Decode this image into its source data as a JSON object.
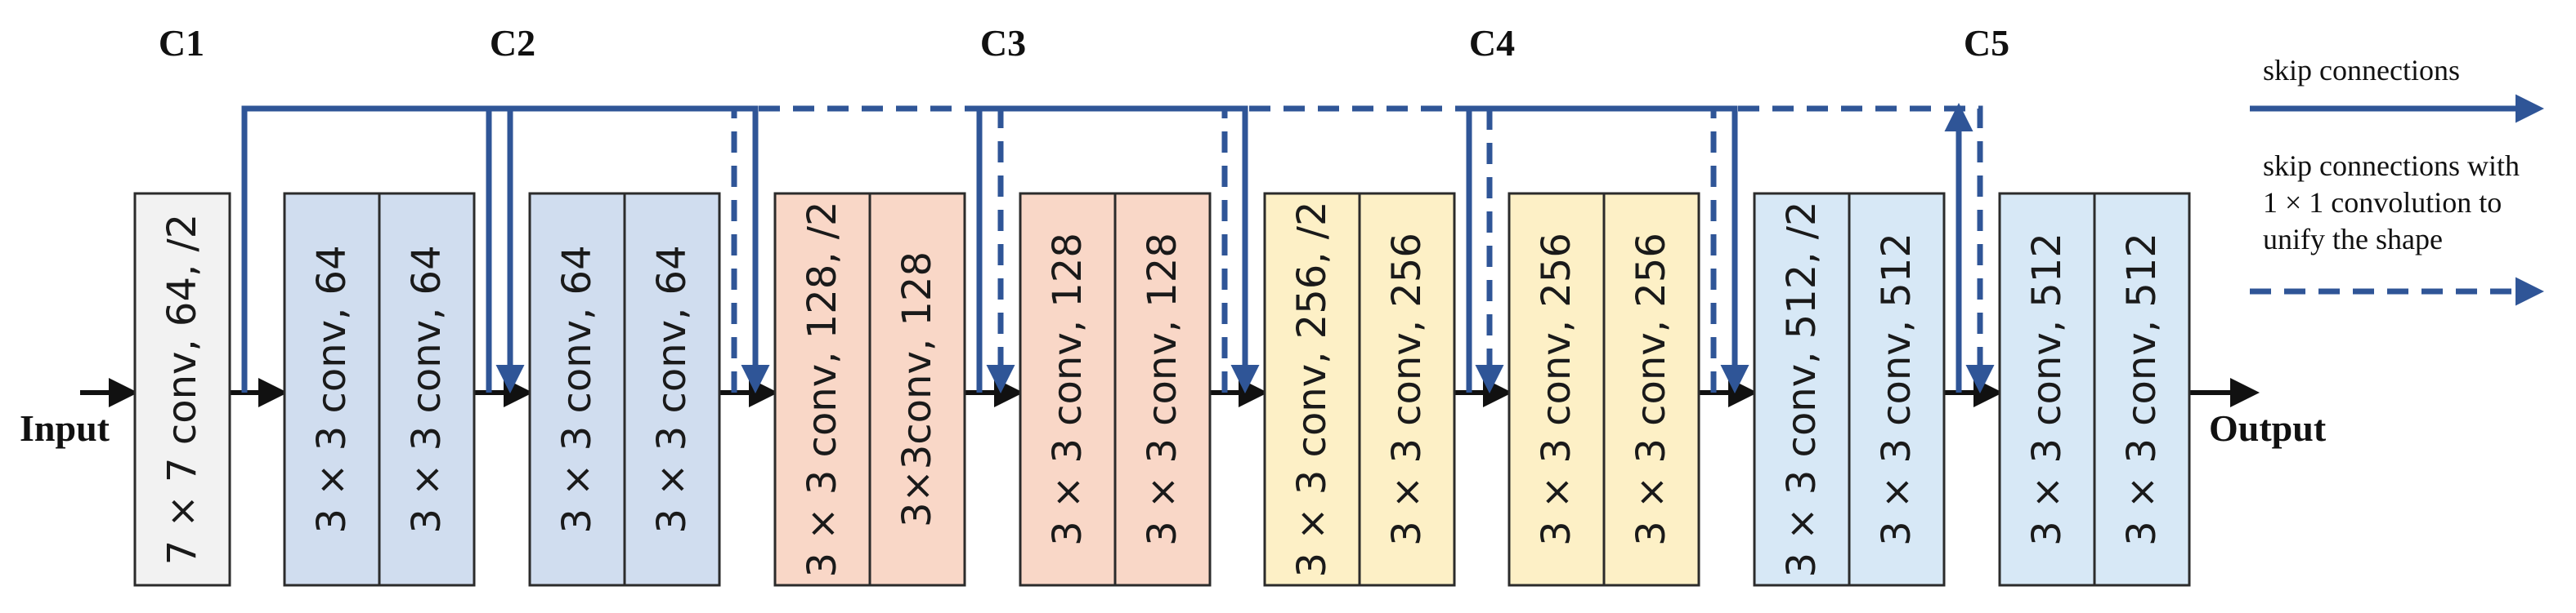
{
  "stages": [
    "C1",
    "C2",
    "C3",
    "C4",
    "C5"
  ],
  "input_label": "Input",
  "output_label": "Output",
  "colors": {
    "gray": "#f2f2f2",
    "blue": "#d0ddef",
    "salmon": "#f9d7c7",
    "yellow": "#fdf0c6",
    "lightblue": "#d7e8f6",
    "skip": "#2f5597"
  },
  "blocks": [
    {
      "color": "gray",
      "layers": [
        "7 × 7 conv, 64, /2"
      ]
    },
    {
      "color": "blue",
      "layers": [
        "3 × 3 conv, 64",
        "3 × 3 conv, 64"
      ]
    },
    {
      "color": "blue",
      "layers": [
        "3 × 3 conv, 64",
        "3 × 3 conv, 64"
      ]
    },
    {
      "color": "salmon",
      "layers": [
        "3 × 3 conv, 128, /2",
        "3×3conv, 128"
      ]
    },
    {
      "color": "salmon",
      "layers": [
        "3 × 3 conv, 128",
        "3 × 3 conv, 128"
      ]
    },
    {
      "color": "yellow",
      "layers": [
        "3 × 3 conv, 256, /2",
        "3 × 3 conv, 256"
      ]
    },
    {
      "color": "yellow",
      "layers": [
        "3 × 3 conv, 256",
        "3 × 3 conv, 256"
      ]
    },
    {
      "color": "lightblue",
      "layers": [
        "3 × 3 conv, 512, /2",
        "3 × 3 conv, 512"
      ]
    },
    {
      "color": "lightblue",
      "layers": [
        "3 × 3 conv, 512",
        "3 × 3 conv, 512"
      ]
    }
  ],
  "skips": [
    "solid",
    "solid",
    "dashed",
    "solid",
    "dashed",
    "solid",
    "dashed",
    "solid"
  ],
  "legend": {
    "solid": "skip connections",
    "dashed_lines": [
      "skip connections with",
      "1 × 1 convolution to",
      "unify the shape"
    ]
  }
}
